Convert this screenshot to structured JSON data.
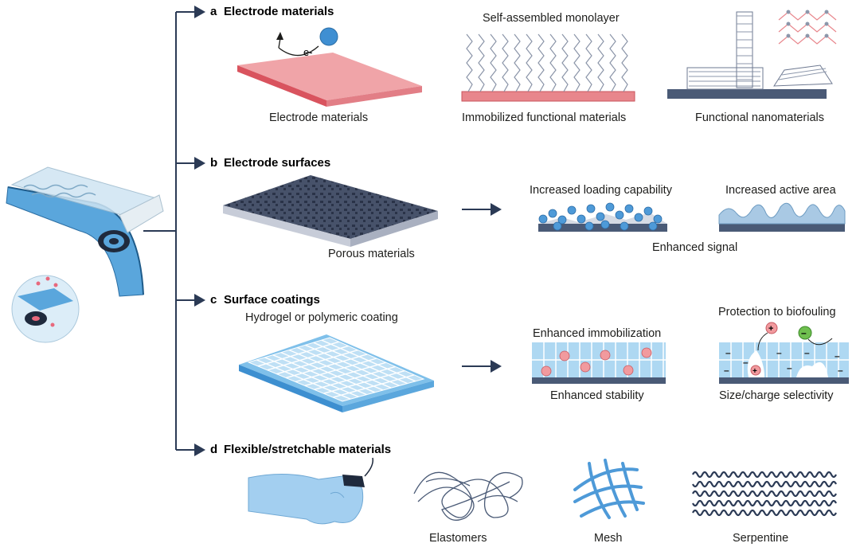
{
  "sections": {
    "a": {
      "letter": "a",
      "title": "Electrode materials"
    },
    "b": {
      "letter": "b",
      "title": "Electrode surfaces"
    },
    "c": {
      "letter": "c",
      "title": "Surface coatings"
    },
    "d": {
      "letter": "d",
      "title": "Flexible/stretchable materials"
    }
  },
  "labels": {
    "electron": "e-",
    "self_assembled_monolayer": "Self-assembled monolayer",
    "electrode_materials": "Electrode materials",
    "immobilized_functional_materials": "Immobilized functional materials",
    "functional_nanomaterials": "Functional nanomaterials",
    "porous_materials": "Porous materials",
    "increased_loading_capability": "Increased loading capability",
    "increased_active_area": "Increased active area",
    "enhanced_signal": "Enhanced signal",
    "hydrogel_or_polymeric_coating": "Hydrogel or polymeric coating",
    "enhanced_immobilization": "Enhanced immobilization",
    "enhanced_stability": "Enhanced stability",
    "protection_to_biofouling": "Protection to biofouling",
    "size_charge_selectivity": "Size/charge selectivity",
    "elastomers": "Elastomers",
    "mesh": "Mesh",
    "serpentine": "Serpentine"
  },
  "colors": {
    "navy": "#2b3a55",
    "electrode_red": "#e8979b",
    "blue": "#5aa6dc",
    "light_blue": "#bfe0f5",
    "pink": "#f19a9e",
    "green": "#6fbf4f"
  }
}
